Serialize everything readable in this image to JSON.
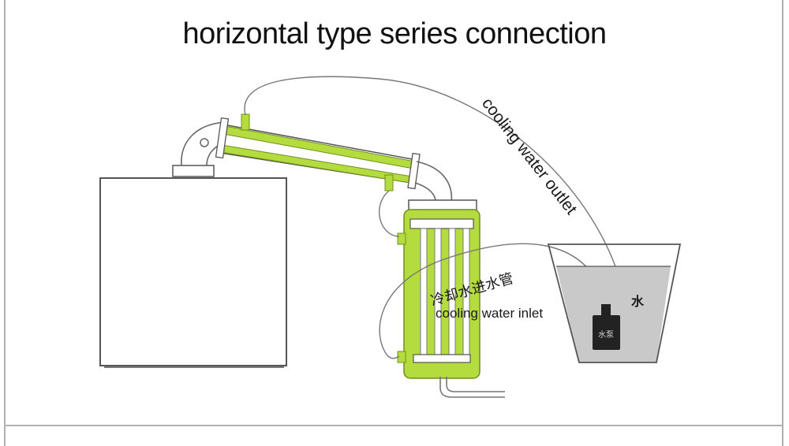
{
  "title": "horizontal type series connection",
  "labels": {
    "cooling_water_outlet": "cooling water outlet",
    "cooling_water_inlet": "cooling water inlet",
    "inlet_pipe_cn": "冷却水进水管",
    "water_cn": "水",
    "pump_cn": "水泵"
  },
  "colors": {
    "condenser_fill": "#b5dc3e",
    "condenser_stroke": "#6f8f1c",
    "water_fill": "#c9c9c9",
    "pump_fill": "#222222",
    "frame_line": "#b0b0b0"
  }
}
